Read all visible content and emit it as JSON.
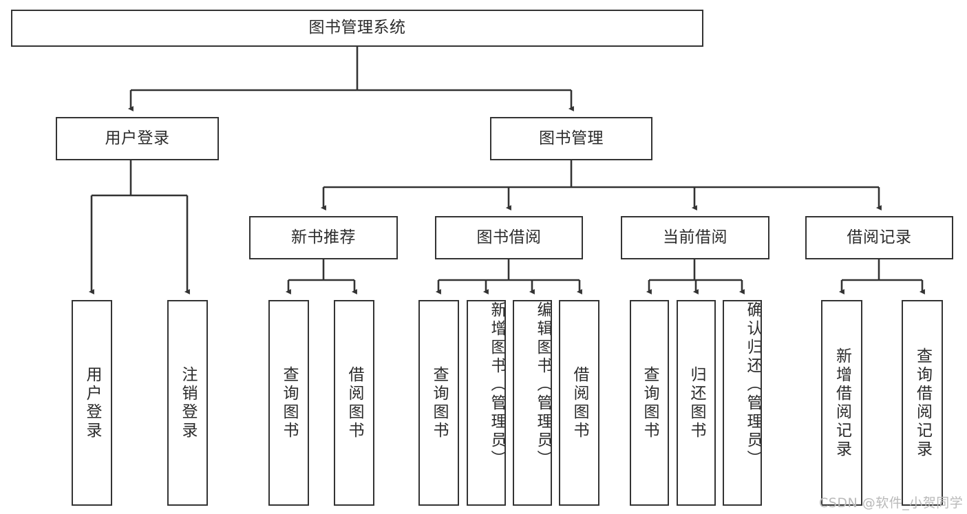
{
  "diagram": {
    "title": "图书管理系统",
    "type": "tree-hierarchy-chart",
    "nodes": {
      "root": {
        "label": "图书管理系统"
      },
      "level2": [
        {
          "id": "user-login",
          "label": "用户登录"
        },
        {
          "id": "book-management",
          "label": "图书管理"
        }
      ],
      "level3": [
        {
          "id": "new-book-recommend",
          "label": "新书推荐"
        },
        {
          "id": "book-borrow",
          "label": "图书借阅"
        },
        {
          "id": "current-borrow",
          "label": "当前借阅"
        },
        {
          "id": "borrow-record",
          "label": "借阅记录"
        }
      ],
      "leaves": [
        {
          "id": "leaf-user-login",
          "label": "用户登录",
          "parent": "user-login"
        },
        {
          "id": "leaf-logout-login",
          "label": "注销登录",
          "parent": "user-login"
        },
        {
          "id": "leaf-query-book-1",
          "label": "查询图书",
          "parent": "new-book-recommend"
        },
        {
          "id": "leaf-borrow-book-1",
          "label": "借阅图书",
          "parent": "new-book-recommend"
        },
        {
          "id": "leaf-query-book-2",
          "label": "查询图书",
          "parent": "book-borrow"
        },
        {
          "id": "leaf-add-book",
          "label": "新增图书（管理员）",
          "parent": "book-borrow"
        },
        {
          "id": "leaf-edit-book",
          "label": "编辑图书（管理员）",
          "parent": "book-borrow"
        },
        {
          "id": "leaf-borrow-book-2",
          "label": "借阅图书",
          "parent": "book-borrow"
        },
        {
          "id": "leaf-query-book-3",
          "label": "查询图书",
          "parent": "current-borrow"
        },
        {
          "id": "leaf-return-book",
          "label": "归还图书",
          "parent": "current-borrow"
        },
        {
          "id": "leaf-confirm-return",
          "label": "确认归还（管理员）",
          "parent": "current-borrow"
        },
        {
          "id": "leaf-add-record",
          "label": "新增借阅记录",
          "parent": "borrow-record"
        },
        {
          "id": "leaf-query-record",
          "label": "查询借阅记录",
          "parent": "borrow-record"
        }
      ]
    },
    "colors": {
      "border": "#333333",
      "text": "#2b2b2b",
      "background": "#ffffff",
      "edge": "#333333",
      "watermark": "#b9b9b9"
    },
    "watermark": "CSDN @软件_小贺同学"
  }
}
